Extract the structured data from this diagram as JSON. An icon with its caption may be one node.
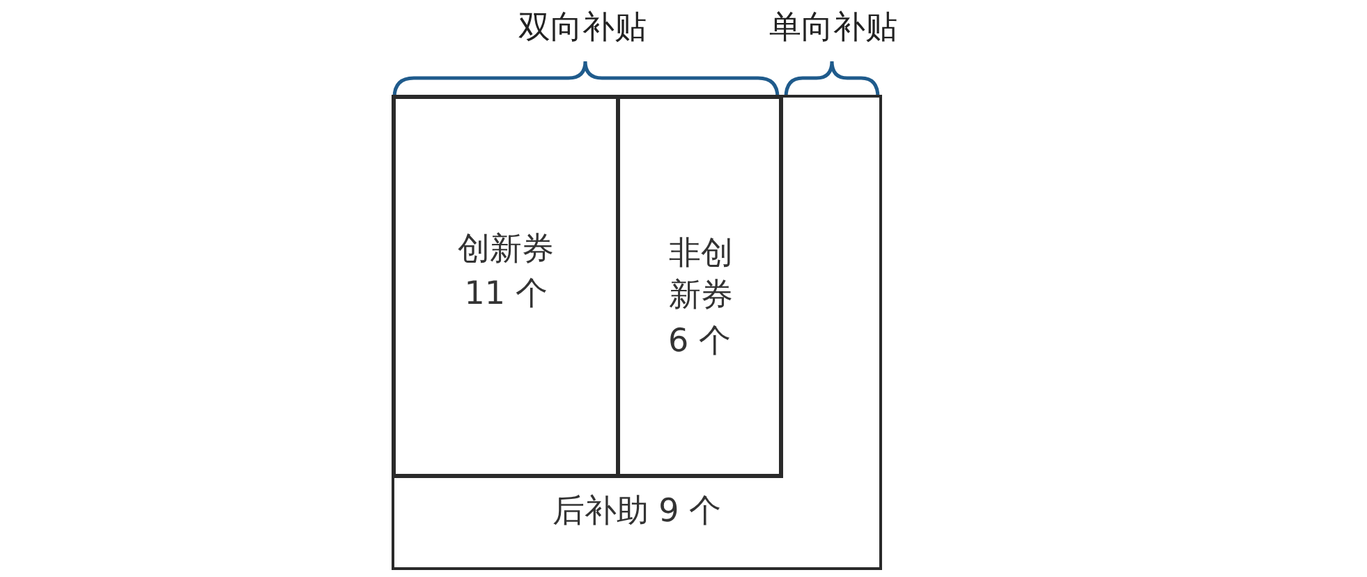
{
  "diagram": {
    "nodes": [
      {
        "text": [
          "后补助 9 个"
        ]
      },
      {
        "text": [
          "创新券",
          "11 个"
        ],
        "in": 0
      },
      {
        "text": [
          "非创新券",
          "6 个"
        ],
        "in": 0
      }
    ],
    "labels": [
      "双向补贴",
      "单向补贴"
    ]
  }
}
